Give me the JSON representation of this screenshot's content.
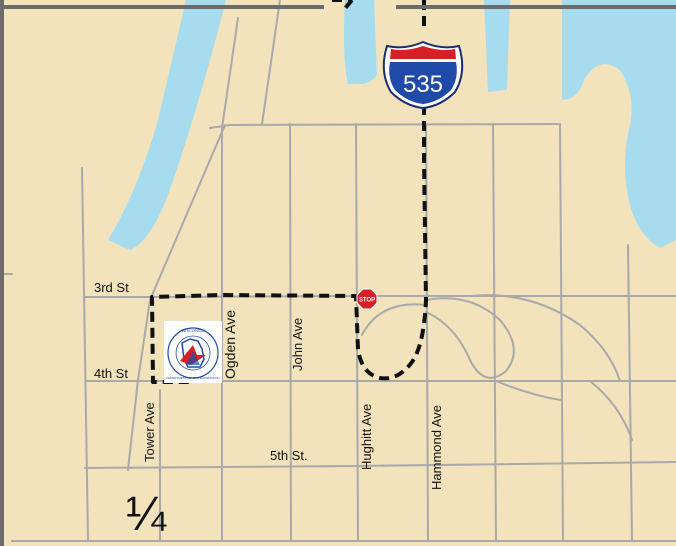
{
  "map": {
    "colors": {
      "land": "#f2e3bd",
      "water": "#a7dcee",
      "road": "#a9a9a9",
      "route": "#111111",
      "border": "#6b6b6b"
    },
    "streets": {
      "third_st": "3rd St",
      "fourth_st": "4th St",
      "fifth_st": "5th St.",
      "tower_ave": "Tower Ave",
      "ogden_ave": "Ogden Ave",
      "john_ave": "John Ave",
      "hughitt_ave": "Hughitt Ave",
      "hammond_ave": "Hammond Ave"
    },
    "interstate_shield": {
      "number": "535"
    },
    "stop_sign": {
      "text": "STOP"
    },
    "logo": {
      "name": "Wisconsin Department of Transportation seal",
      "text_top": "WISCONSIN",
      "text_bottom": "DEPARTMENT OF TRANSPORTATION"
    },
    "corner_mark": "¼"
  }
}
